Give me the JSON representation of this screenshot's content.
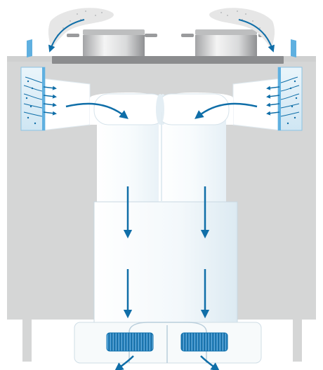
{
  "colors": {
    "cabinet": "#d5d6d6",
    "cabinet_dark": "#c3c5c6",
    "stovetop": "#8b8c8e",
    "pot_light": "#f3f3f3",
    "pot_dark": "#9a9b9d",
    "duct_fill": "#ffffff",
    "duct_tint": "#dbeaf3",
    "duct_edge": "#c9d8e2",
    "filter_blue": "#5fb0e0",
    "fan_blue": "#0d70ad",
    "arrow_blue": "#0f6ea8",
    "steam": "#e6e6e6"
  },
  "components": {
    "pots": [
      "pot-left",
      "pot-right"
    ],
    "steam": [
      "steam-plume-left",
      "steam-plume-right"
    ],
    "filters": [
      "grease-filter-left",
      "grease-filter-right"
    ],
    "fans": [
      "fan-left",
      "fan-right"
    ]
  },
  "flow": {
    "direction": "down",
    "stages": [
      "steam-rise",
      "filter-intake",
      "duct-inflow",
      "downdraft",
      "fan-exhaust"
    ]
  }
}
